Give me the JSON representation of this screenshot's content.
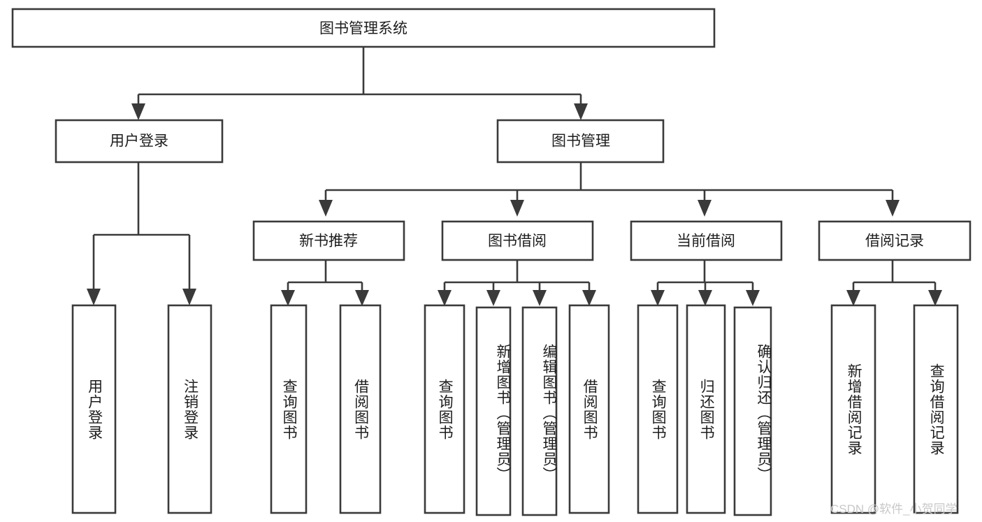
{
  "diagram": {
    "title": "图书管理系统",
    "type": "tree",
    "watermark": "CSDN @软件_小贺同学",
    "colors": {
      "stroke": "#3a3a3a",
      "fill": "#ffffff",
      "text": "#1d1d1d",
      "watermark": "#c8c8c8",
      "background": "#ffffff"
    },
    "nodes": {
      "root": {
        "label": "图书管理系统"
      },
      "level2": [
        {
          "id": "user-login",
          "label": "用户登录"
        },
        {
          "id": "book-management",
          "label": "图书管理"
        }
      ],
      "level3": [
        {
          "id": "new-book-recommend",
          "label": "新书推荐"
        },
        {
          "id": "book-borrow",
          "label": "图书借阅"
        },
        {
          "id": "current-borrow",
          "label": "当前借阅"
        },
        {
          "id": "borrow-record",
          "label": "借阅记录"
        }
      ],
      "leaves": {
        "user_login": [
          {
            "id": "leaf-user-login",
            "label": "用户登录"
          },
          {
            "id": "leaf-logout-login",
            "label": "注销登录"
          }
        ],
        "new_book_recommend": [
          {
            "id": "leaf-query-book-1",
            "label": "查询图书"
          },
          {
            "id": "leaf-borrow-book-1",
            "label": "借阅图书"
          }
        ],
        "book_borrow": [
          {
            "id": "leaf-query-book-2",
            "label": "查询图书"
          },
          {
            "id": "leaf-add-book",
            "label": "新增图书（管理员）"
          },
          {
            "id": "leaf-edit-book",
            "label": "编辑图书（管理员）"
          },
          {
            "id": "leaf-borrow-book-2",
            "label": "借阅图书"
          }
        ],
        "current_borrow": [
          {
            "id": "leaf-query-book-3",
            "label": "查询图书"
          },
          {
            "id": "leaf-return-book",
            "label": "归还图书"
          },
          {
            "id": "leaf-confirm-return",
            "label": "确认归还（管理员）"
          }
        ],
        "borrow_record": [
          {
            "id": "leaf-add-record",
            "label": "新增借阅记录"
          },
          {
            "id": "leaf-query-record",
            "label": "查询借阅记录"
          }
        ]
      }
    }
  }
}
